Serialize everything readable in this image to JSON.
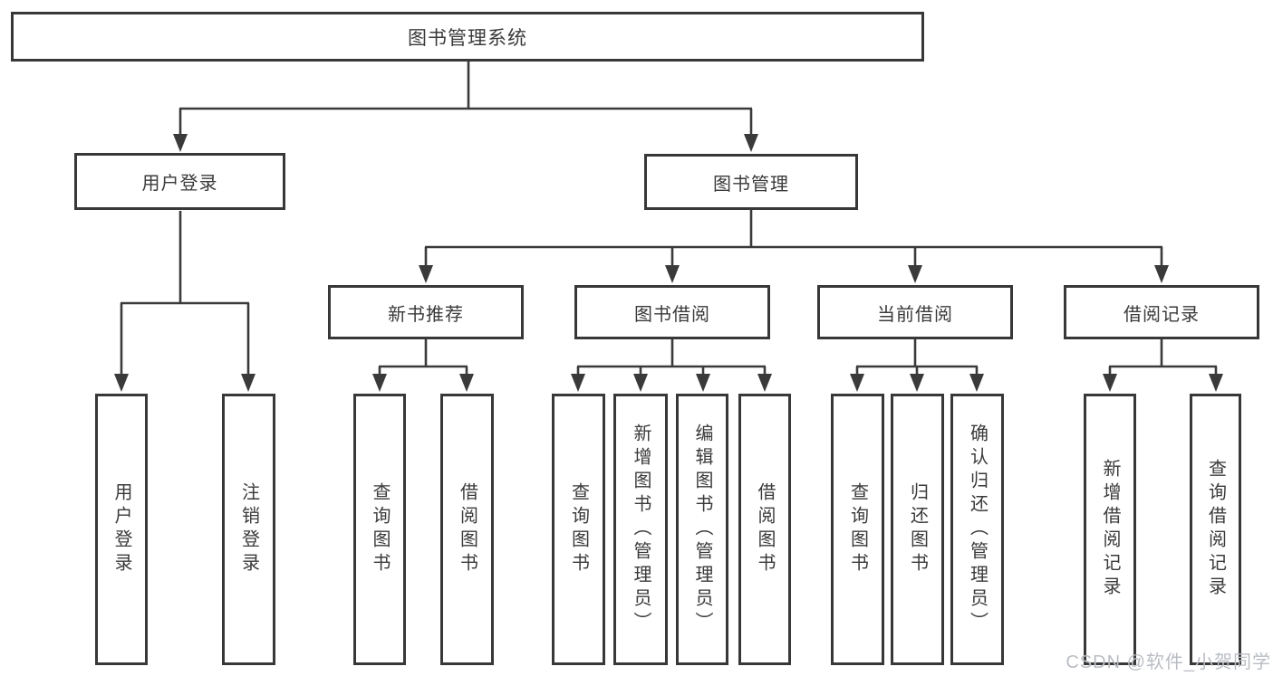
{
  "diagram": {
    "line_color": "#3a3a3a",
    "root": {
      "id": "library-management-system",
      "label": "图书管理系统"
    },
    "level2": [
      {
        "id": "user-login",
        "label": "用户登录"
      },
      {
        "id": "book-management",
        "label": "图书管理"
      }
    ],
    "level3": [
      {
        "id": "new-book-recommendation",
        "label": "新书推荐",
        "parent": "book-management"
      },
      {
        "id": "book-borrowing",
        "label": "图书借阅",
        "parent": "book-management"
      },
      {
        "id": "current-borrowing",
        "label": "当前借阅",
        "parent": "book-management"
      },
      {
        "id": "borrowing-records",
        "label": "借阅记录",
        "parent": "book-management"
      }
    ],
    "leaves": [
      {
        "id": "user-login-leaf",
        "label": "用户登录",
        "parent": "user-login"
      },
      {
        "id": "logout",
        "label": "注销登录",
        "parent": "user-login"
      },
      {
        "id": "query-books-recommend",
        "label": "查询图书",
        "parent": "new-book-recommendation"
      },
      {
        "id": "borrow-books-recommend",
        "label": "借阅图书",
        "parent": "new-book-recommendation"
      },
      {
        "id": "query-books-borrowing",
        "label": "查询图书",
        "parent": "book-borrowing"
      },
      {
        "id": "add-books-admin",
        "label": "新增图书（管理员）",
        "parent": "book-borrowing"
      },
      {
        "id": "edit-books-admin",
        "label": "编辑图书（管理员）",
        "parent": "book-borrowing"
      },
      {
        "id": "borrow-books-borrowing",
        "label": "借阅图书",
        "parent": "book-borrowing"
      },
      {
        "id": "query-books-current",
        "label": "查询图书",
        "parent": "current-borrowing"
      },
      {
        "id": "return-books",
        "label": "归还图书",
        "parent": "current-borrowing"
      },
      {
        "id": "confirm-return-admin",
        "label": "确认归还（管理员）",
        "parent": "current-borrowing"
      },
      {
        "id": "add-borrow-record",
        "label": "新增借阅记录",
        "parent": "borrowing-records"
      },
      {
        "id": "query-borrow-record",
        "label": "查询借阅记录",
        "parent": "borrowing-records"
      }
    ]
  },
  "watermark": {
    "text": "CSDN @软件_小贺同学",
    "color": "#b9bdc3"
  }
}
